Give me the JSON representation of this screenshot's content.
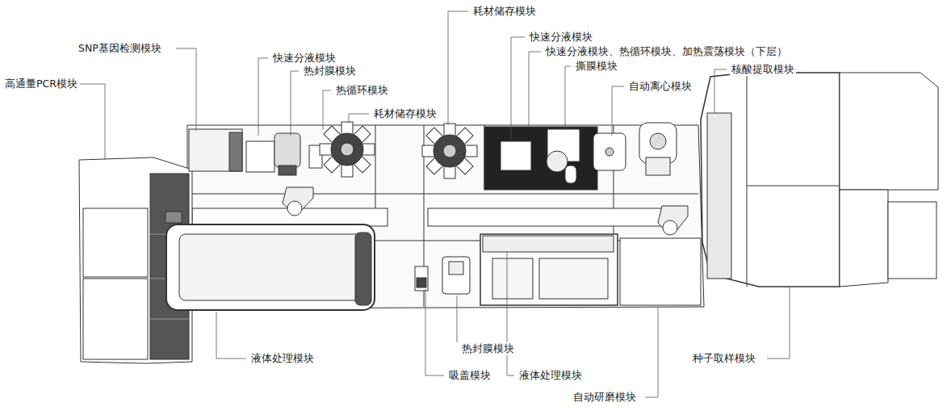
{
  "diagram": {
    "labels": [
      "SNP基因检测模块",
      "快速分液模块",
      "热封膜模块",
      "热循环模块",
      "耗材储存模块",
      "高通量PCR模块",
      "耗材储存模块",
      "快速分液模块",
      "快速分液模块、热循环模块、加热震荡模块（下层）",
      "撕膜模块",
      "自动离心模块",
      "核酸提取模块",
      "液体处理模块",
      "热封膜模块",
      "吸盖模块",
      "液体处理模块",
      "自动研磨模块",
      "种子取样模块"
    ]
  }
}
